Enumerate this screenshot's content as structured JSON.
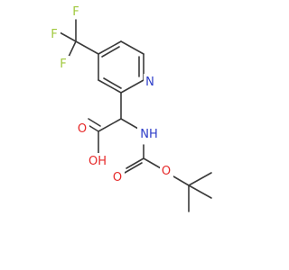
{
  "colors": {
    "bond": "#3a3a3a",
    "fluorine": "#a0c83c",
    "nitrogen": "#2c3cc8",
    "oxygen": "#e62828",
    "background": "#ffffff"
  },
  "atoms": {
    "f_top": "F",
    "f_mid": "F",
    "f_low": "F",
    "n_ring": "N",
    "nh": "NH",
    "o_carbonyl_acid": "O",
    "oh": "OH",
    "o_carbonyl_boc": "O",
    "o_ester": "O"
  }
}
